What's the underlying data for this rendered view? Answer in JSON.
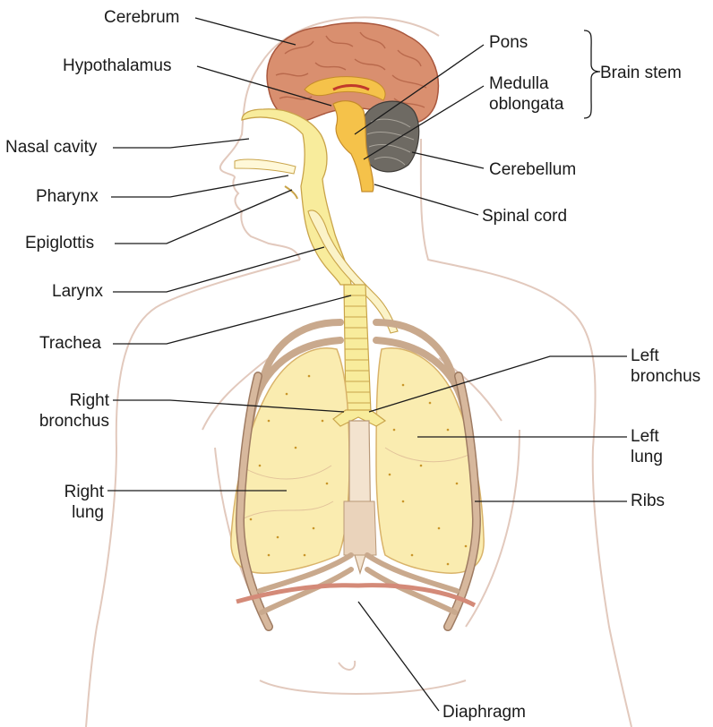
{
  "labels": {
    "cerebrum": "Cerebrum",
    "hypothalamus": "Hypothalamus",
    "nasal_cavity": "Nasal cavity",
    "pharynx": "Pharynx",
    "epiglottis": "Epiglottis",
    "larynx": "Larynx",
    "trachea": "Trachea",
    "right_bronchus_1": "Right",
    "right_bronchus_2": "bronchus",
    "right_lung_1": "Right",
    "right_lung_2": "lung",
    "pons": "Pons",
    "medulla_1": "Medulla",
    "medulla_2": "oblongata",
    "brain_stem": "Brain stem",
    "cerebellum": "Cerebellum",
    "spinal_cord": "Spinal cord",
    "left_bronchus_1": "Left",
    "left_bronchus_2": "bronchus",
    "left_lung_1": "Left",
    "left_lung_2": "lung",
    "ribs": "Ribs",
    "diaphragm": "Diaphragm"
  },
  "colors": {
    "body_outline": "#e2c9bd",
    "brain": "#d98f6f",
    "brain_fold": "#b9694c",
    "brainstem": "#f5c24a",
    "cerebellum": "#6e6a63",
    "airway": "#f8ec9c",
    "airway_outline": "#c9a44a",
    "lung": "#faecb0",
    "lung_outline": "#d9b36a",
    "rib": "#d7b89d",
    "rib_outline": "#9f7c63",
    "sternum": "#f3e3cf",
    "diaphragm": "#d48a78"
  }
}
